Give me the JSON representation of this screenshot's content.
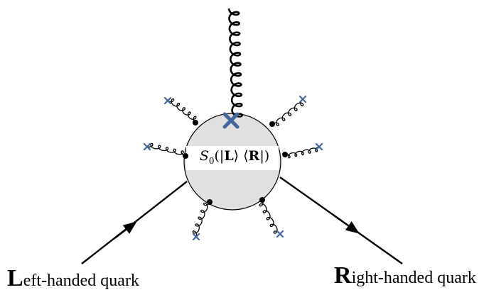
{
  "blob": {
    "symbol": "S",
    "subscript": "0",
    "open": "(|",
    "ket": "L",
    "mid": "⟩ ⟨",
    "bra": "R",
    "close": "|)",
    "fill": "#e0e0e0",
    "stroke": "#000000"
  },
  "left_label": {
    "initial": "L",
    "rest": "eft-handed quark"
  },
  "right_label": {
    "initial": "R",
    "rest": "ight-handed quark"
  },
  "colors": {
    "cross": "#41679b",
    "line": "#000000"
  },
  "icons": {
    "cross": "cross-icon",
    "vertex": "vertex-dot-icon"
  }
}
